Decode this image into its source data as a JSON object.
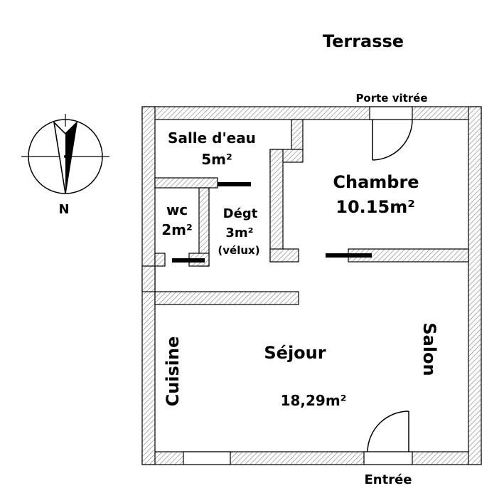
{
  "labels": {
    "terrasse": "Terrasse",
    "porte_vitree": "Porte vitrée",
    "entree": "Entrée",
    "compass_n": "N"
  },
  "rooms": {
    "salle_deau": {
      "name": "Salle d'eau",
      "area": "5m²"
    },
    "chambre": {
      "name": "Chambre",
      "area": "10.15m²"
    },
    "wc": {
      "name": "wc",
      "area": "2m²"
    },
    "degt": {
      "name": "Dégt",
      "area": "3m²",
      "note": "(vélux)"
    },
    "sejour": {
      "name": "Séjour",
      "area": "18,29m²"
    },
    "cuisine": {
      "name": "Cuisine"
    },
    "salon": {
      "name": "Salon"
    }
  },
  "colors": {
    "wall_hatch": "#9a9a9a",
    "ink": "#000000",
    "background": "#ffffff"
  }
}
